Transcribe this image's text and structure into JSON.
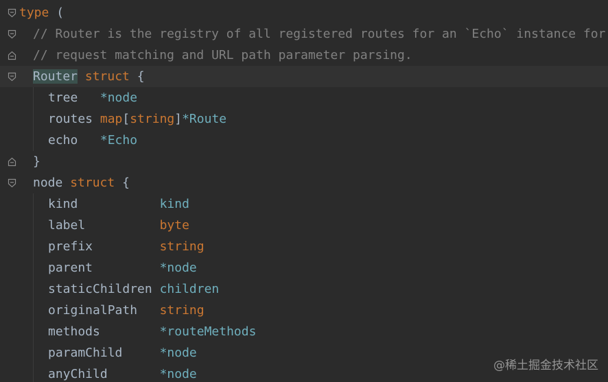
{
  "editor": {
    "colors": {
      "background": "#2b2b2b",
      "keyword": "#cc7832",
      "comment": "#808080",
      "type": "#6fafbd",
      "identifier": "#a9b7c6"
    },
    "lines": [
      {
        "fold": "open",
        "tokens": [
          {
            "text": "type",
            "kind": "kw"
          },
          {
            "text": " (",
            "kind": "id"
          }
        ]
      },
      {
        "fold": "open",
        "tokens": [
          {
            "text": "// Router is the registry of all registered routes for an `Echo` instance for",
            "kind": "cm"
          }
        ]
      },
      {
        "fold": "close",
        "tokens": [
          {
            "text": "// request matching and URL path parameter parsing.",
            "kind": "cm"
          }
        ]
      },
      {
        "fold": "open",
        "current": true,
        "tokens": [
          {
            "text": "Router",
            "kind": "id",
            "highlight": true,
            "caret": true
          },
          {
            "text": " ",
            "kind": "id"
          },
          {
            "text": "struct",
            "kind": "kw"
          },
          {
            "text": " {",
            "kind": "id"
          }
        ]
      },
      {
        "fold": "none",
        "tokens": [
          {
            "text": "tree   ",
            "kind": "id"
          },
          {
            "text": "*node",
            "kind": "ty"
          }
        ]
      },
      {
        "fold": "none",
        "tokens": [
          {
            "text": "routes ",
            "kind": "id"
          },
          {
            "text": "map",
            "kind": "kw"
          },
          {
            "text": "[",
            "kind": "id"
          },
          {
            "text": "string",
            "kind": "kw"
          },
          {
            "text": "]",
            "kind": "id"
          },
          {
            "text": "*Route",
            "kind": "ty"
          }
        ]
      },
      {
        "fold": "none",
        "tokens": [
          {
            "text": "echo   ",
            "kind": "id"
          },
          {
            "text": "*Echo",
            "kind": "ty"
          }
        ]
      },
      {
        "fold": "close",
        "tokens": [
          {
            "text": "}",
            "kind": "id"
          }
        ]
      },
      {
        "fold": "open",
        "tokens": [
          {
            "text": "node",
            "kind": "id"
          },
          {
            "text": " ",
            "kind": "id"
          },
          {
            "text": "struct",
            "kind": "kw"
          },
          {
            "text": " {",
            "kind": "id"
          }
        ]
      },
      {
        "fold": "none",
        "tokens": [
          {
            "text": "kind           ",
            "kind": "id"
          },
          {
            "text": "kind",
            "kind": "ty"
          }
        ]
      },
      {
        "fold": "none",
        "tokens": [
          {
            "text": "label          ",
            "kind": "id"
          },
          {
            "text": "byte",
            "kind": "kw"
          }
        ]
      },
      {
        "fold": "none",
        "tokens": [
          {
            "text": "prefix         ",
            "kind": "id"
          },
          {
            "text": "string",
            "kind": "kw"
          }
        ]
      },
      {
        "fold": "none",
        "tokens": [
          {
            "text": "parent         ",
            "kind": "id"
          },
          {
            "text": "*node",
            "kind": "ty"
          }
        ]
      },
      {
        "fold": "none",
        "tokens": [
          {
            "text": "staticChildren ",
            "kind": "id"
          },
          {
            "text": "children",
            "kind": "ty"
          }
        ]
      },
      {
        "fold": "none",
        "tokens": [
          {
            "text": "originalPath   ",
            "kind": "id"
          },
          {
            "text": "string",
            "kind": "kw"
          }
        ]
      },
      {
        "fold": "none",
        "tokens": [
          {
            "text": "methods        ",
            "kind": "id"
          },
          {
            "text": "*routeMethods",
            "kind": "ty"
          }
        ]
      },
      {
        "fold": "none",
        "tokens": [
          {
            "text": "paramChild     ",
            "kind": "id"
          },
          {
            "text": "*node",
            "kind": "ty"
          }
        ]
      },
      {
        "fold": "none",
        "tokens": [
          {
            "text": "anyChild       ",
            "kind": "id"
          },
          {
            "text": "*node",
            "kind": "ty"
          }
        ]
      }
    ]
  },
  "watermark": "@稀土掘金技术社区"
}
